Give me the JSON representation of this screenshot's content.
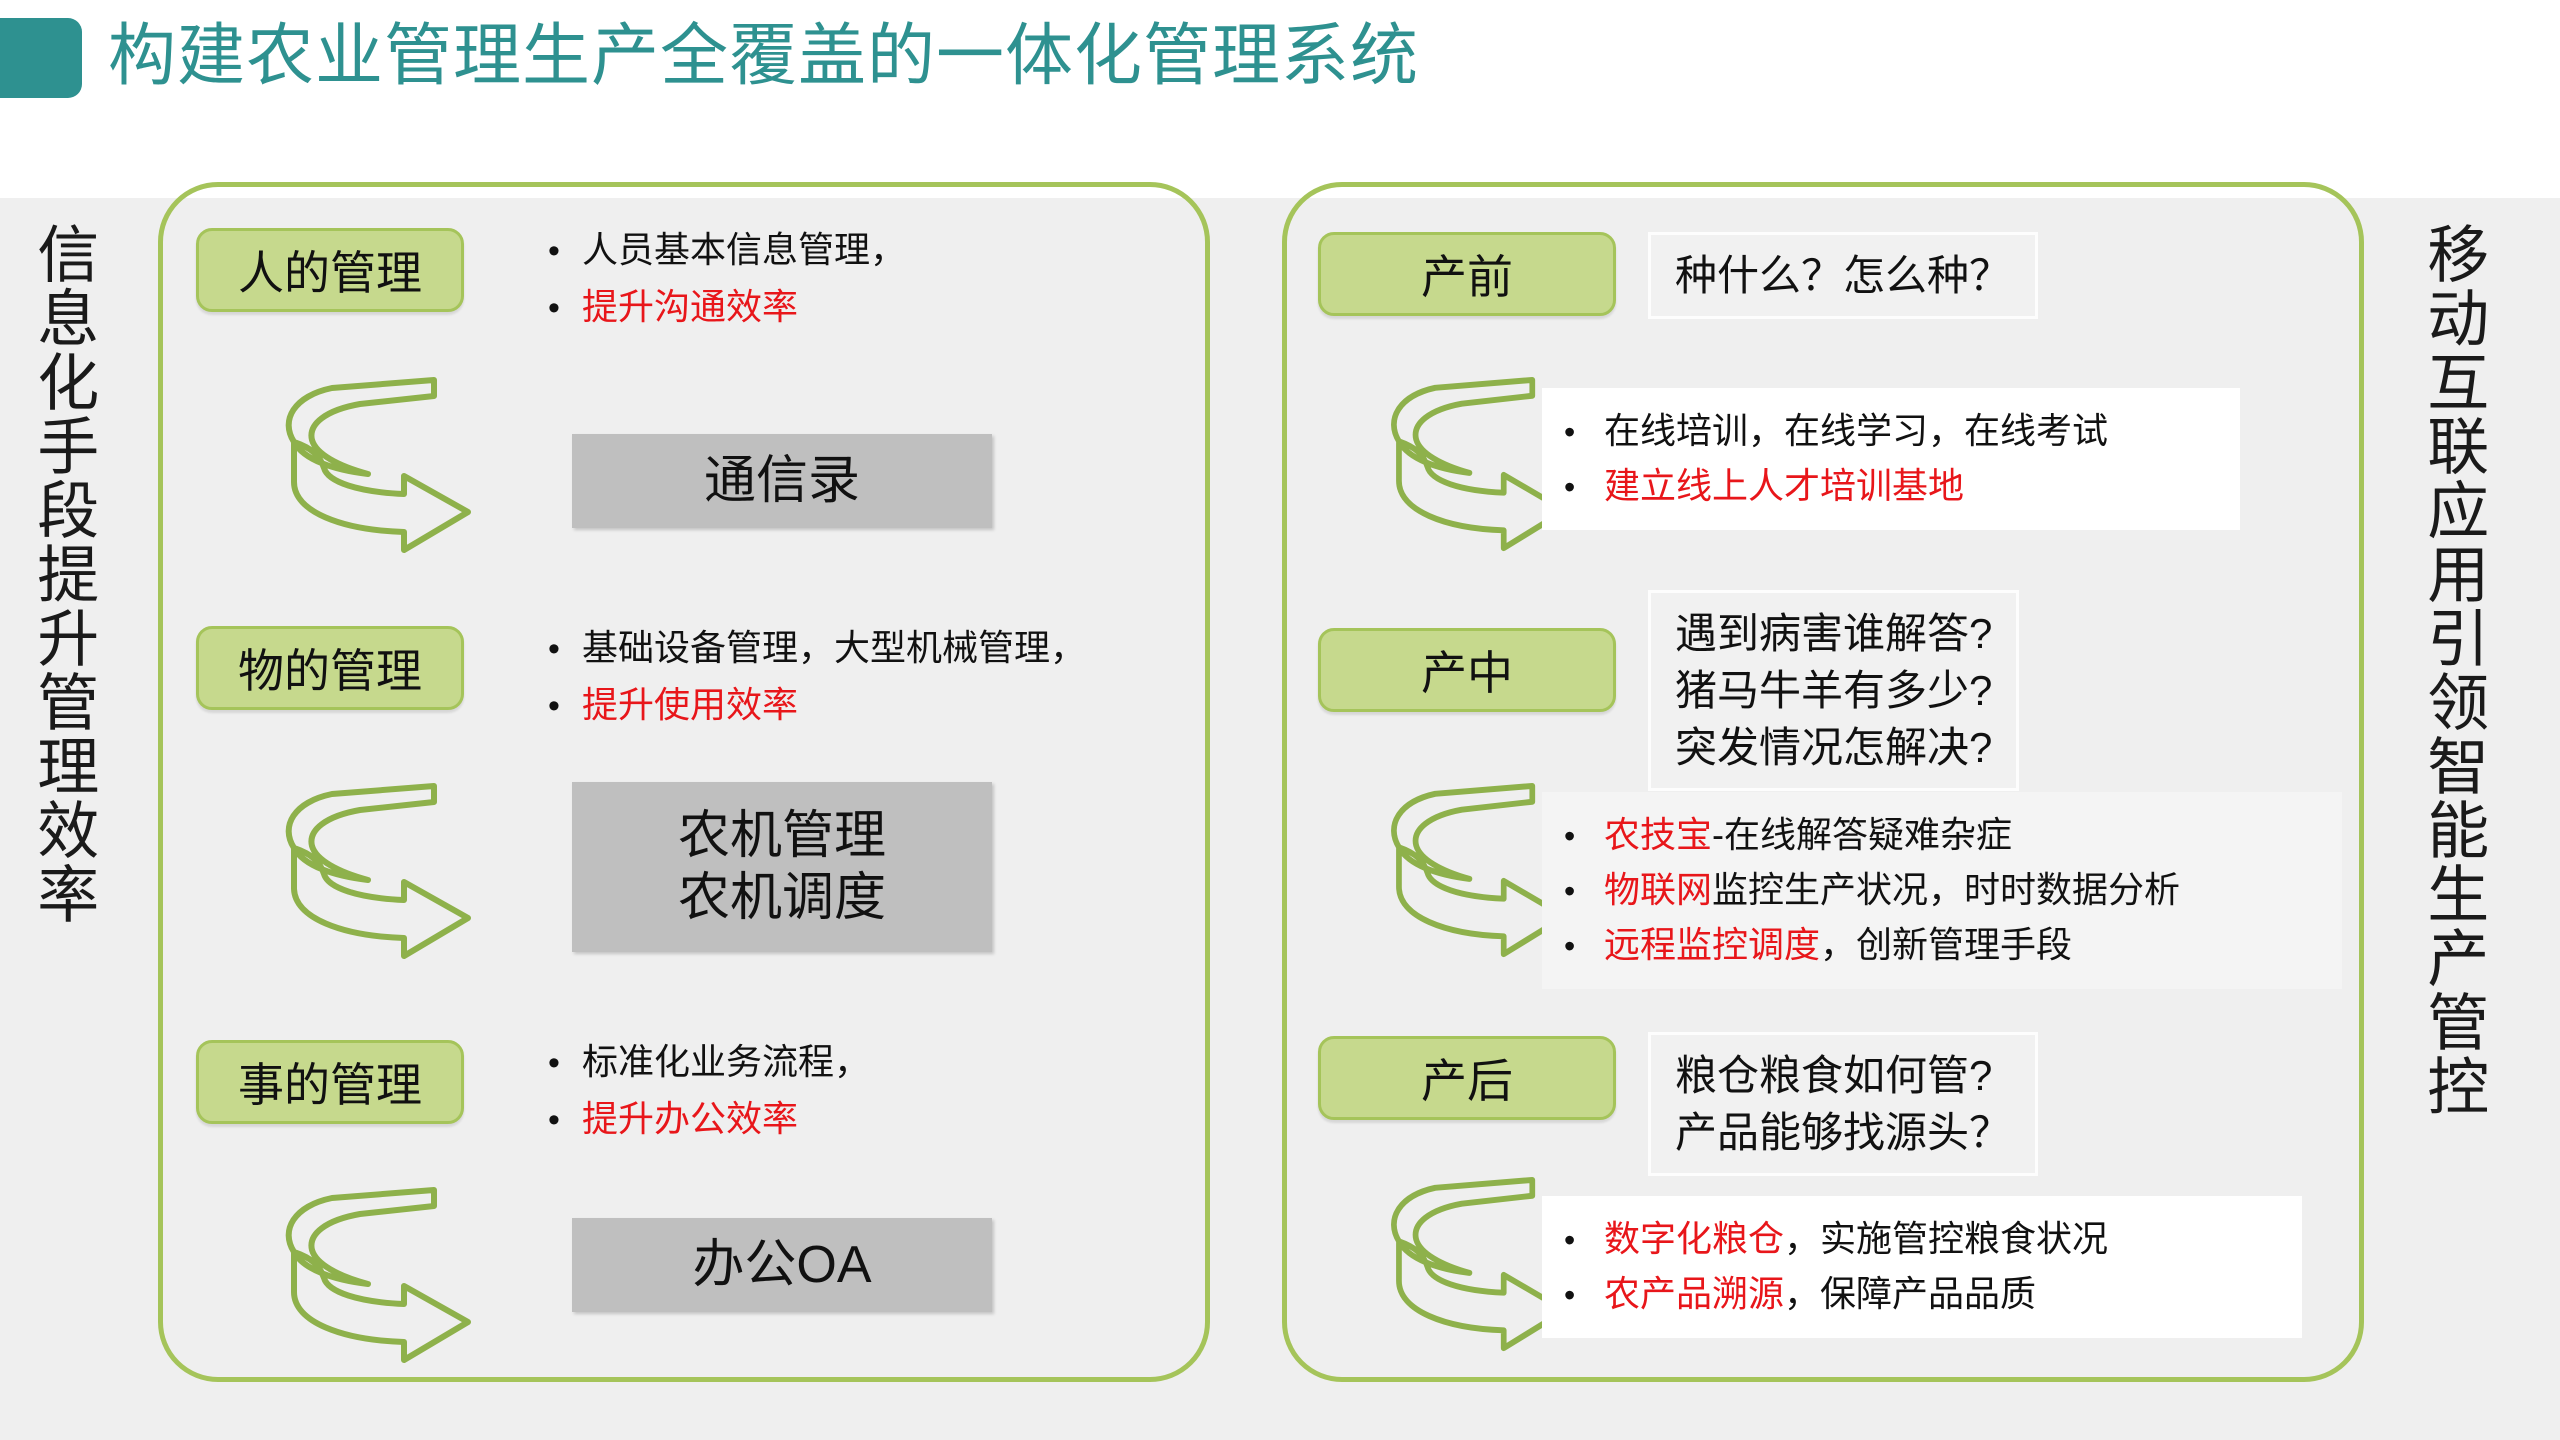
{
  "title": "构建农业管理生产全覆盖的一体化管理系统",
  "colors": {
    "title_teal": "#2E9190",
    "chip_green_fill": "#C6D98D",
    "chip_green_border": "#A5C45A",
    "arrow_green": "#8EB14B",
    "service_gray": "#BFBFBF",
    "band_gray": "#EFEFEF",
    "highlight_red": "#E8161A"
  },
  "side_labels": {
    "left": "信息化手段提升管理效率",
    "right": "移动互联应用引领智能生产管控"
  },
  "left_panel": {
    "groups": [
      {
        "chip": "人的管理",
        "bullets": [
          {
            "text": "人员基本信息管理，",
            "highlight": false
          },
          {
            "text": "提升沟通效率",
            "highlight": true
          }
        ],
        "arrow": "spiral-arrow-icon",
        "service": [
          "通信录"
        ]
      },
      {
        "chip": "物的管理",
        "bullets": [
          {
            "text": "基础设备管理，大型机械管理，",
            "highlight": false
          },
          {
            "text": "提升使用效率",
            "highlight": true
          }
        ],
        "arrow": "spiral-arrow-icon",
        "service": [
          "农机管理",
          "农机调度"
        ]
      },
      {
        "chip": "事的管理",
        "bullets": [
          {
            "text": "标准化业务流程，",
            "highlight": false
          },
          {
            "text": "提升办公效率",
            "highlight": true
          }
        ],
        "arrow": "spiral-arrow-icon",
        "service": [
          "办公OA"
        ]
      }
    ]
  },
  "right_panel": {
    "stages": [
      {
        "chip": "产前",
        "questions": [
          "种什么？怎么种？"
        ],
        "arrow": "spiral-arrow-icon",
        "answers": [
          {
            "lead": "",
            "rest": "在线培训，在线学习，在线考试"
          },
          {
            "lead": "建立线上人才培训基地",
            "rest": ""
          }
        ]
      },
      {
        "chip": "产中",
        "questions": [
          "遇到病害谁解答?",
          "猪马牛羊有多少?",
          "突发情况怎解决?"
        ],
        "arrow": "spiral-arrow-icon",
        "answers": [
          {
            "lead": "农技宝",
            "rest": "-在线解答疑难杂症"
          },
          {
            "lead": "物联网",
            "rest": "监控生产状况，时时数据分析"
          },
          {
            "lead": "远程监控调度",
            "rest": "，创新管理手段"
          }
        ]
      },
      {
        "chip": "产后",
        "questions": [
          "粮仓粮食如何管?",
          "产品能够找源头？"
        ],
        "arrow": "spiral-arrow-icon",
        "answers": [
          {
            "lead": "数字化粮仓",
            "rest": "，实施管控粮食状况"
          },
          {
            "lead": "农产品溯源",
            "rest": "，保障产品品质"
          }
        ]
      }
    ]
  },
  "bullet_glyph": "•"
}
